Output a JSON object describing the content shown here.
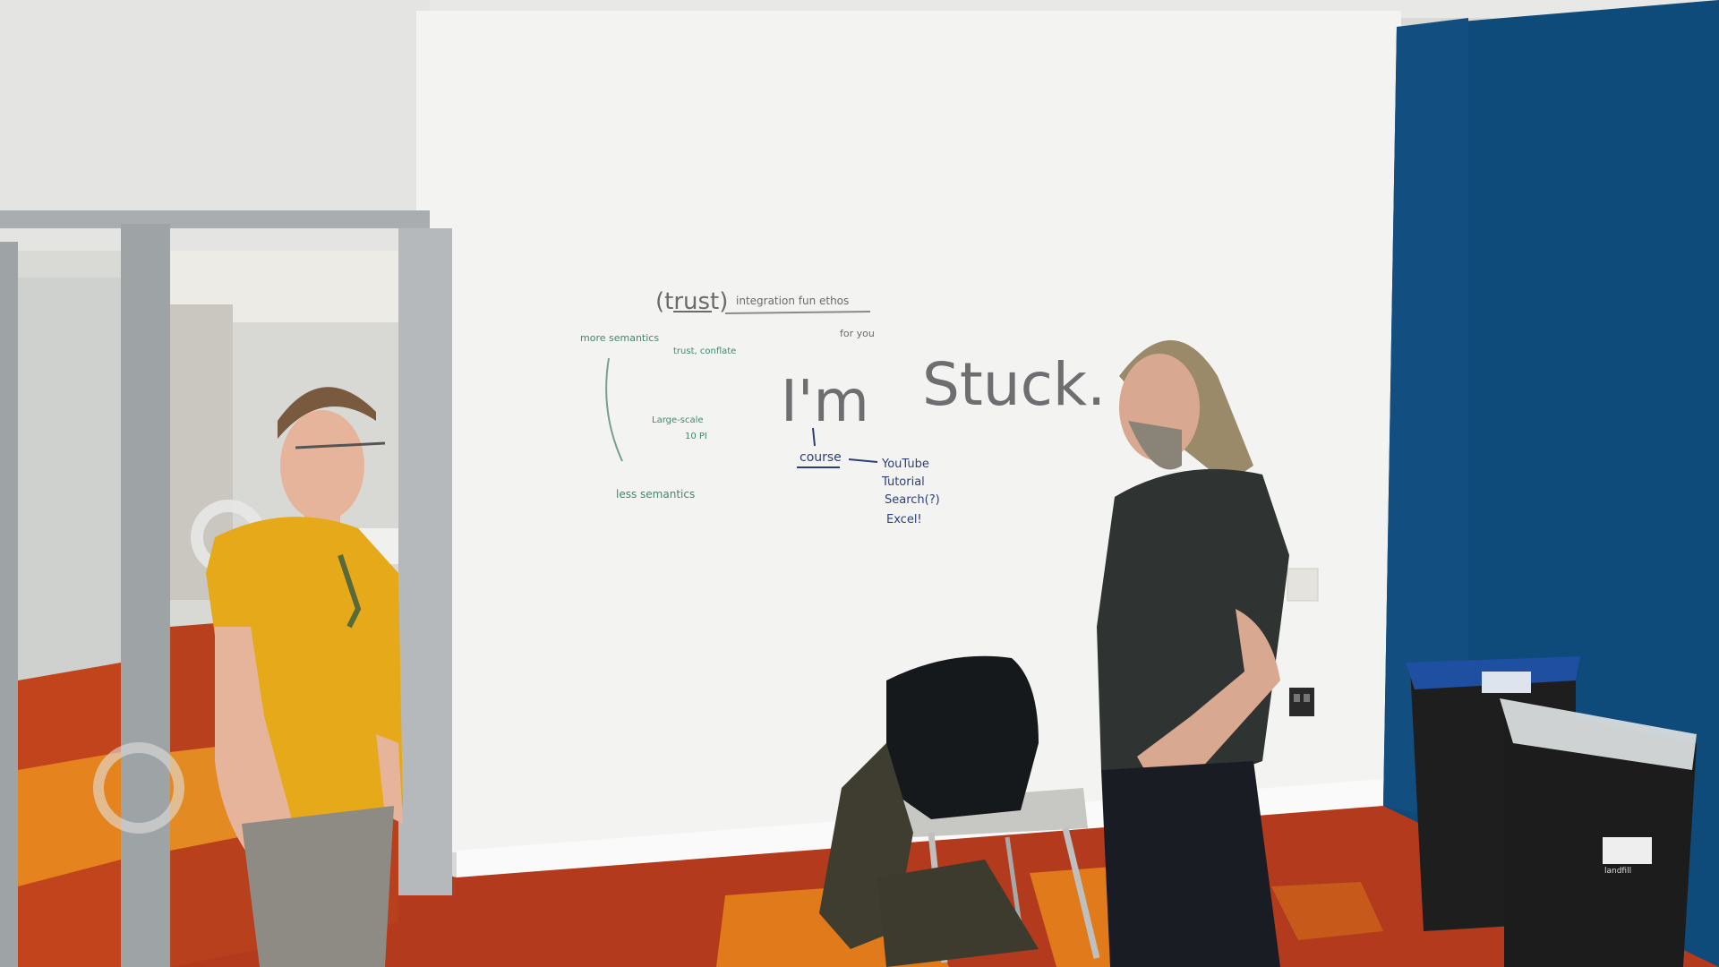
{
  "scene": {
    "description_alt": "Office room with whiteboard wall",
    "colors": {
      "wall": "#f2f2f0",
      "accent_wall": "#0e4a7a",
      "carpet_red": "#b33a1c",
      "carpet_orange": "#e07a1a",
      "glass_frame": "#a9adb0",
      "shirt_yellow": "#e6a91a",
      "shirt_dark": "#2f3432",
      "green_marker": "#3d8a6a",
      "blue_marker": "#2d3f78",
      "gray_marker": "#6b6b6b",
      "recycle_blue": "#1f4fa0",
      "bin_black": "#1e1e1e"
    }
  },
  "whiteboard": {
    "headline": "I'm",
    "headline2": "Stuck.",
    "trust": "(trust)",
    "top_note": "integration   fun ethos",
    "for_you": "for you",
    "left_top": "more\nsemantics",
    "trust_sub": "trust, conflate",
    "mid_left": "Large-scale",
    "mid_left2": "10 PI",
    "bottom_left": "less semantics",
    "course": "course",
    "list": [
      "YouTube",
      "Tutorial",
      "Search(?)",
      "Excel!"
    ]
  },
  "bin": {
    "label": "landfill"
  }
}
